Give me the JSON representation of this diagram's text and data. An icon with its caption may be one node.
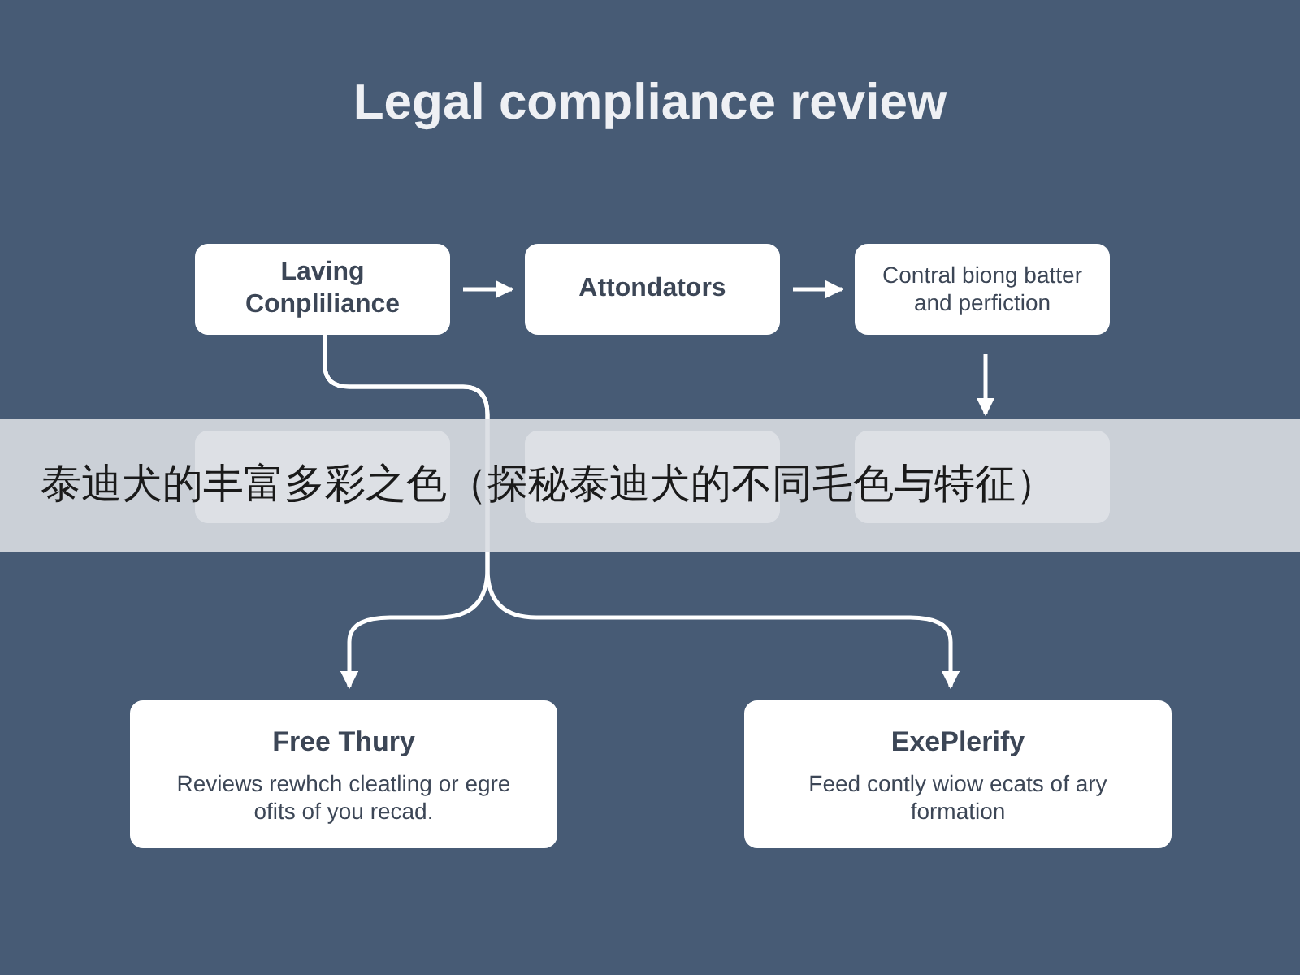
{
  "diagram": {
    "title": "Legal compliance review",
    "nodes": [
      {
        "text": [
          "Laving Conpliliance"
        ]
      },
      {
        "text": [
          "Attondators"
        ]
      },
      {
        "text": [
          "Contral biong batter and perfiction"
        ]
      },
      {
        "text": [],
        "shape": "box"
      },
      {
        "text": [],
        "shape": "box"
      },
      {
        "text": [],
        "shape": "box"
      },
      {
        "text": [
          "Free Thury",
          "Reviews rewhch cleatling or egre ofits of you recad."
        ]
      },
      {
        "text": [
          "ExePlerify",
          "Feed contly wiow ecats of ary formation"
        ]
      }
    ],
    "edges": [
      {
        "from": 0,
        "to": 1,
        "arrow": "to"
      },
      {
        "from": 1,
        "to": 2,
        "arrow": "to"
      },
      {
        "from": 2,
        "to": 5,
        "arrow": "to"
      },
      {
        "from": 0,
        "to": 6,
        "arrow": "to"
      },
      {
        "from": 0,
        "to": 7,
        "arrow": "to"
      }
    ],
    "labels": [
      "泰迪犬的丰富多彩之色（探秘泰迪犬的不同毛色与特征）"
    ]
  }
}
